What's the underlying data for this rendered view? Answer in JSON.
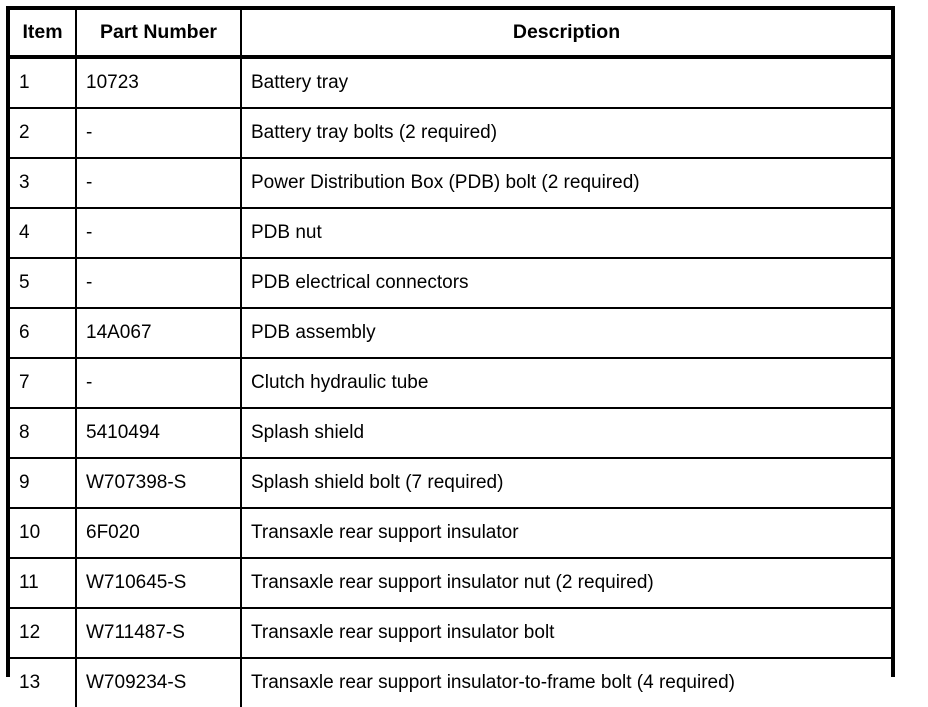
{
  "table": {
    "headers": {
      "item": "Item",
      "part_number": "Part Number",
      "description": "Description"
    },
    "rows": [
      {
        "item": "1",
        "part_number": "10723",
        "description": "Battery tray"
      },
      {
        "item": "2",
        "part_number": "-",
        "description": "Battery tray bolts (2 required)"
      },
      {
        "item": "3",
        "part_number": "-",
        "description": "Power Distribution Box (PDB) bolt (2 required)"
      },
      {
        "item": "4",
        "part_number": "-",
        "description": "PDB nut"
      },
      {
        "item": "5",
        "part_number": "-",
        "description": "PDB electrical connectors"
      },
      {
        "item": "6",
        "part_number": "14A067",
        "description": "PDB assembly"
      },
      {
        "item": "7",
        "part_number": "-",
        "description": "Clutch hydraulic tube"
      },
      {
        "item": "8",
        "part_number": "5410494",
        "description": "Splash shield"
      },
      {
        "item": "9",
        "part_number": "W707398-S",
        "description": "Splash shield bolt (7 required)"
      },
      {
        "item": "10",
        "part_number": "6F020",
        "description": "Transaxle rear support insulator"
      },
      {
        "item": "11",
        "part_number": "W710645-S",
        "description": "Transaxle rear support insulator nut (2 required)"
      },
      {
        "item": "12",
        "part_number": "W711487-S",
        "description": "Transaxle rear support insulator bolt"
      },
      {
        "item": "13",
        "part_number": "W709234-S",
        "description": "Transaxle rear support insulator-to-frame bolt (4 required)"
      }
    ]
  }
}
